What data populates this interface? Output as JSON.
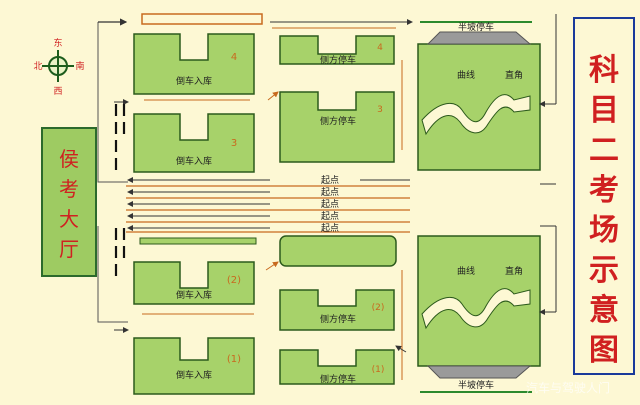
{
  "title_chars": [
    "科",
    "目",
    "二",
    "考",
    "场",
    "示",
    "意",
    "图"
  ],
  "waiting_hall_chars": [
    "侯",
    "考",
    "大",
    "厅"
  ],
  "compass": {
    "north": "北",
    "south": "南",
    "east": "东",
    "west": "西"
  },
  "labels": {
    "reverse_parking": "倒车入库",
    "parallel_parking": "侧方停车",
    "slope": "半坡停车",
    "curve": "曲线",
    "right_angle": "直角",
    "start_point": "起点"
  },
  "numbers": {
    "rp4": "4",
    "rp3": "3",
    "rp2": "(2)",
    "rp1": "(1)",
    "pp4": "4",
    "pp3": "3",
    "pp2": "(2)",
    "pp1": "(1)"
  },
  "watermark": "汽车与驾驶人门"
}
